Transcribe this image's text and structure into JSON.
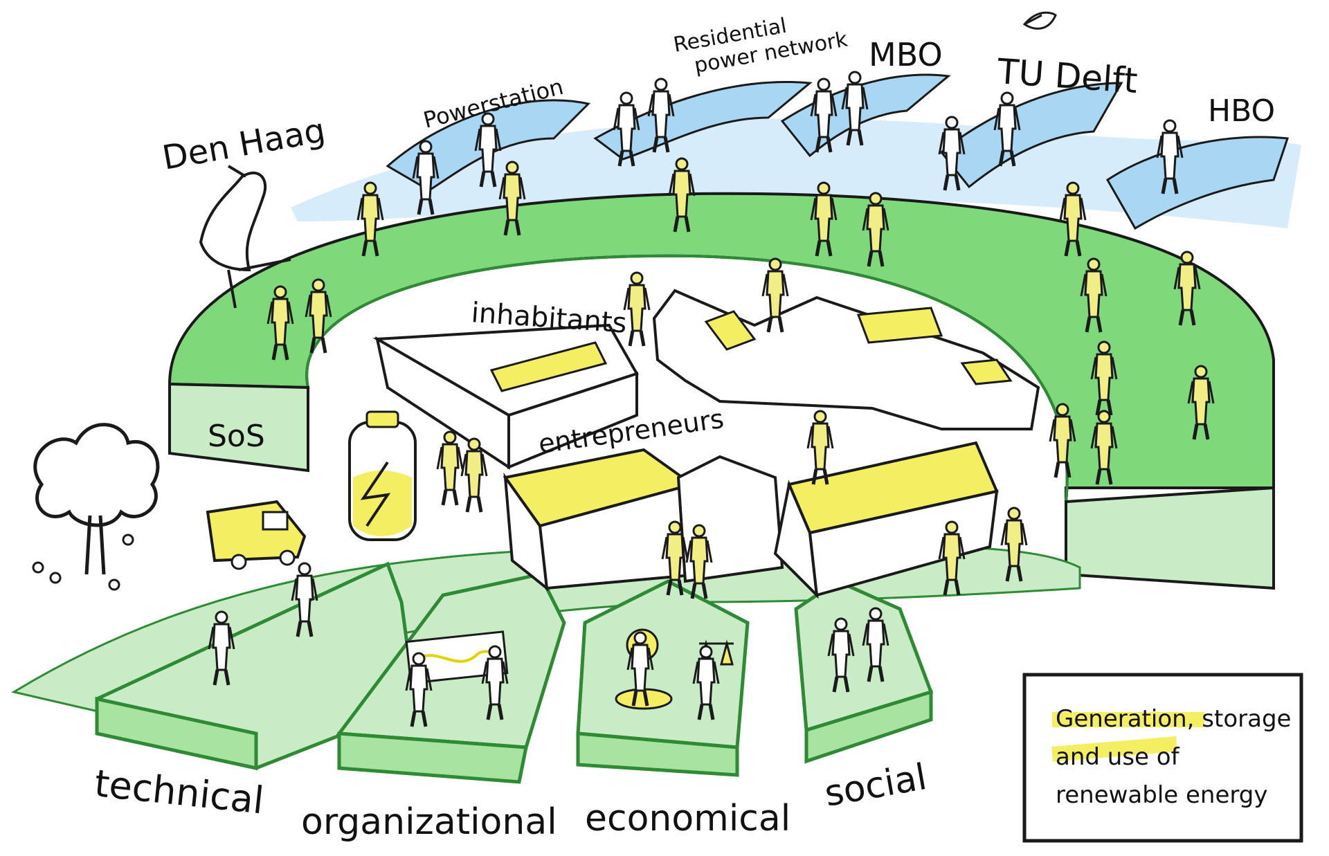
{
  "colors": {
    "ring_green": "#7fd87a",
    "ring_green_dark": "#2e8a34",
    "pillar_green": "#c9ecc6",
    "path_green": "#a8e3a2",
    "bridge_blue": "#a9d6f2",
    "sky_blue": "#d7ecfa",
    "figure_yellow": "#f1ee86",
    "panel_yellow": "#f4ee62",
    "outline": "#1a1a1a"
  },
  "labels": {
    "den_haag": "Den Haag",
    "powerstation": "Powerstation",
    "residential_1": "Residential",
    "residential_2": "power network",
    "mbo": "MBO",
    "tu_delft": "TU Delft",
    "hbo": "HBO",
    "inhabitants": "inhabitants",
    "entrepreneurs": "entrepreneurs",
    "sos": "SoS"
  },
  "pillars": {
    "technical": "technical",
    "organizational": "organizational",
    "economical": "economical",
    "social": "social"
  },
  "legend": {
    "line1": "Generation, storage",
    "line2": "and use of",
    "line3": "renewable energy"
  },
  "icons": {
    "stork": "stork-icon",
    "tree": "tree-icon",
    "battery": "battery-icon",
    "van": "van-icon",
    "coin": "euro-coin-icon",
    "justice": "justice-scale-icon",
    "leaf": "leaf-icon"
  }
}
